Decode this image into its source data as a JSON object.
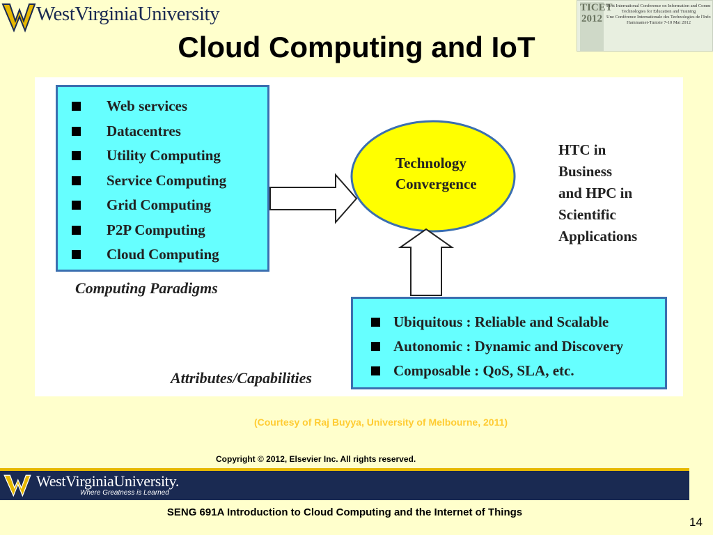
{
  "header": {
    "logo_text": "WestVirginiaUniversity",
    "title": "Cloud Computing and IoT",
    "conference_badge": {
      "logo_text": "TICET 2012",
      "lines": [
        "First International Conference on Information and Communication",
        "Technologies for Education and Training",
        "Une Conférence Internationale des Technologies de l'Information et de la Communication pour l'Éducation et la Formation",
        "Hammamet-Tunisie 7-10 Mai 2012"
      ]
    }
  },
  "diagram": {
    "paradigms": [
      "Web services",
      "Datacentres",
      "Utility Computing",
      "Service Computing",
      "Grid Computing",
      "P2P Computing",
      "Cloud Computing"
    ],
    "paradigms_caption": "Computing Paradigms",
    "convergence_line1": "Technology",
    "convergence_line2": "Convergence",
    "outcome_lines": [
      "HTC in",
      "Business",
      "and HPC in",
      "Scientific",
      "Applications"
    ],
    "attributes": [
      "Ubiquitous : Reliable and Scalable",
      "Autonomic : Dynamic and Discovery",
      "Composable : QoS, SLA, etc."
    ],
    "attributes_caption": "Attributes/Capabilities",
    "colors": {
      "box_fill": "#66ffff",
      "box_border": "#3b6fb0",
      "ellipse_fill": "#ffff00",
      "ellipse_border": "#3b6fb0"
    }
  },
  "courtesy": "(Courtesy of Raj Buyya, University of Melbourne, 2011)",
  "copyright": "Copyright © 2012, Elsevier Inc. All rights reserved.",
  "footer": {
    "logo_text": "WestVirginiaUniversity.",
    "tagline": "Where Greatness is Learned",
    "course": "SENG 691A Introduction to Cloud Computing and the Internet of Things",
    "page_number": "14"
  }
}
